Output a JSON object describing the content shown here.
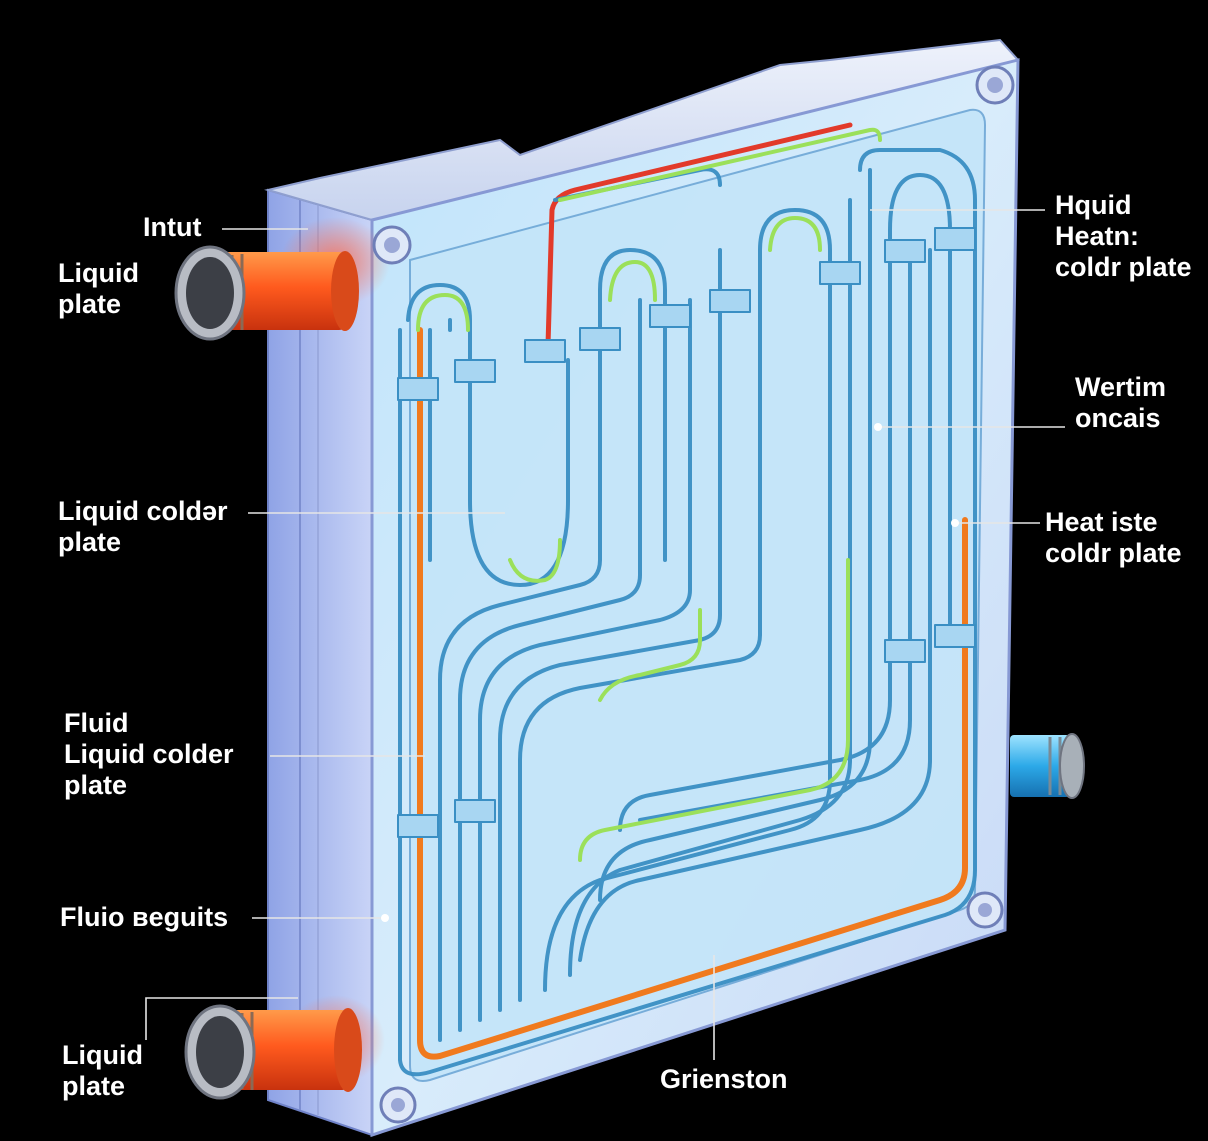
{
  "labels": {
    "intut": "Intut",
    "liquid_plate_top": "Liquid\nplate",
    "liquid_colder_plate": "Liquid coldər\nplate",
    "fluid_liquid_colder_plate": "Fluid\nLiquid colder\nplate",
    "fluio_beguits": "Fluio ʙeguits",
    "liquid_plate_bottom": "Liquid\nplate",
    "grienston": "Grienston",
    "hquid_heatn_colder_plate": "Hquid\nHeatn:\ncoldr plate",
    "wertim_oncais": "Wertim\noncais",
    "heat_iste_coldr_plate": "Heat  iste\ncoldr plate"
  },
  "colors": {
    "background": "#000000",
    "plate_face": "#cfe6fb",
    "plate_edge": "#b9c7f2",
    "channel_blue": "#3a8fc4",
    "channel_green": "#9be05a",
    "channel_orange": "#f07a1e",
    "channel_red": "#e23a2a",
    "pipe_hot": "#ff6a2a",
    "pipe_cold": "#39b8f0"
  }
}
